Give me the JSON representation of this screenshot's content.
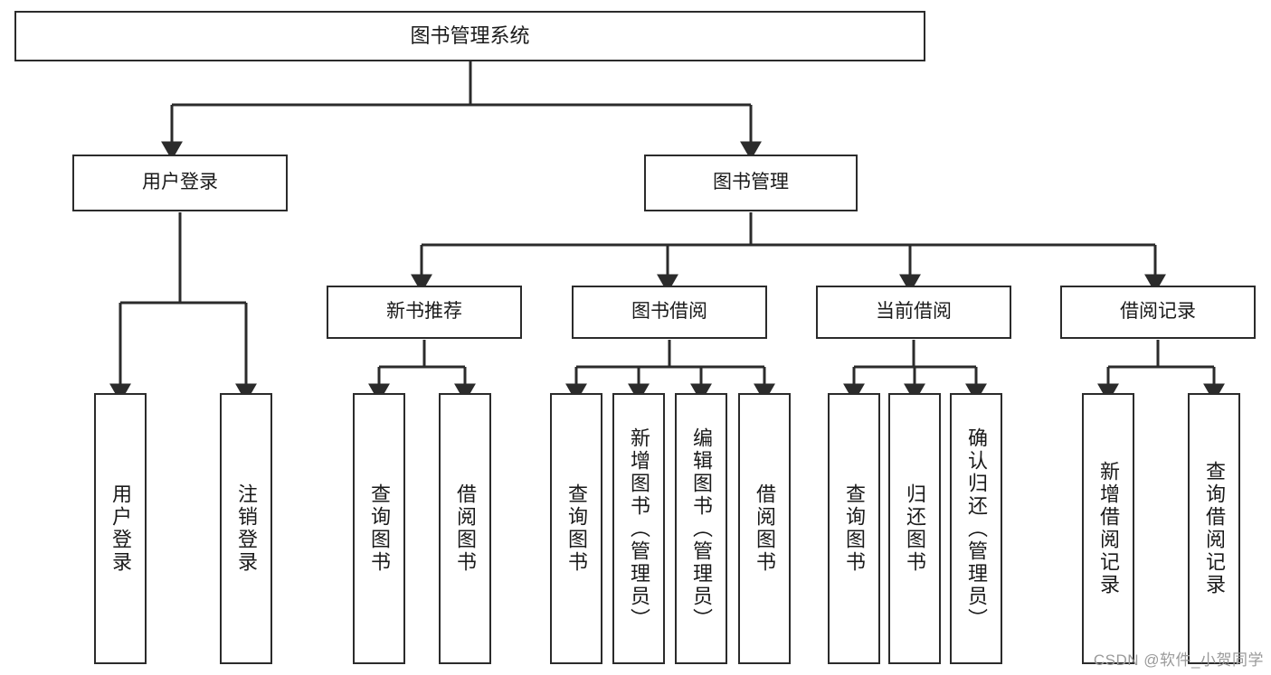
{
  "diagram": {
    "title": "图书管理系统",
    "type": "tree",
    "watermark": "CSDN @软件_小贺同学",
    "colors": {
      "box_border": "#2b2b2b",
      "box_fill": "#ffffff",
      "edge": "#2b2b2b",
      "text": "#1a1a1a",
      "watermark": "#9a9a9a",
      "background": "#ffffff"
    },
    "nodes": {
      "root": {
        "label": "图书管理系统",
        "level": 0,
        "orientation": "horizontal"
      },
      "level1": [
        {
          "id": "user-login",
          "label": "用户登录",
          "orientation": "horizontal"
        },
        {
          "id": "book-manage",
          "label": "图书管理",
          "orientation": "horizontal"
        }
      ],
      "level2": [
        {
          "id": "new-book-recommend",
          "label": "新书推荐",
          "orientation": "horizontal",
          "parent": "book-manage"
        },
        {
          "id": "book-borrow",
          "label": "图书借阅",
          "orientation": "horizontal",
          "parent": "book-manage"
        },
        {
          "id": "current-borrow",
          "label": "当前借阅",
          "orientation": "horizontal",
          "parent": "book-manage"
        },
        {
          "id": "borrow-record",
          "label": "借阅记录",
          "orientation": "horizontal",
          "parent": "book-manage"
        }
      ],
      "leaves": [
        {
          "id": "leaf-user-login",
          "label": "用户登录",
          "parent": "user-login",
          "orientation": "vertical"
        },
        {
          "id": "leaf-user-logout",
          "label": "注销登录",
          "parent": "user-login",
          "orientation": "vertical"
        },
        {
          "id": "leaf-query-book-1",
          "label": "查询图书",
          "parent": "new-book-recommend",
          "orientation": "vertical"
        },
        {
          "id": "leaf-borrow-book-1",
          "label": "借阅图书",
          "parent": "new-book-recommend",
          "orientation": "vertical"
        },
        {
          "id": "leaf-query-book-2",
          "label": "查询图书",
          "parent": "book-borrow",
          "orientation": "vertical"
        },
        {
          "id": "leaf-add-book",
          "label": "新增图书（管理员）",
          "parent": "book-borrow",
          "orientation": "vertical"
        },
        {
          "id": "leaf-edit-book",
          "label": "编辑图书（管理员）",
          "parent": "book-borrow",
          "orientation": "vertical"
        },
        {
          "id": "leaf-borrow-book-2",
          "label": "借阅图书",
          "parent": "book-borrow",
          "orientation": "vertical"
        },
        {
          "id": "leaf-query-book-3",
          "label": "查询图书",
          "parent": "current-borrow",
          "orientation": "vertical"
        },
        {
          "id": "leaf-return-book",
          "label": "归还图书",
          "parent": "current-borrow",
          "orientation": "vertical"
        },
        {
          "id": "leaf-confirm-return",
          "label": "确认归还（管理员）",
          "parent": "current-borrow",
          "orientation": "vertical"
        },
        {
          "id": "leaf-add-record",
          "label": "新增借阅记录",
          "parent": "borrow-record",
          "orientation": "vertical"
        },
        {
          "id": "leaf-query-record",
          "label": "查询借阅记录",
          "parent": "borrow-record",
          "orientation": "vertical"
        }
      ]
    }
  }
}
